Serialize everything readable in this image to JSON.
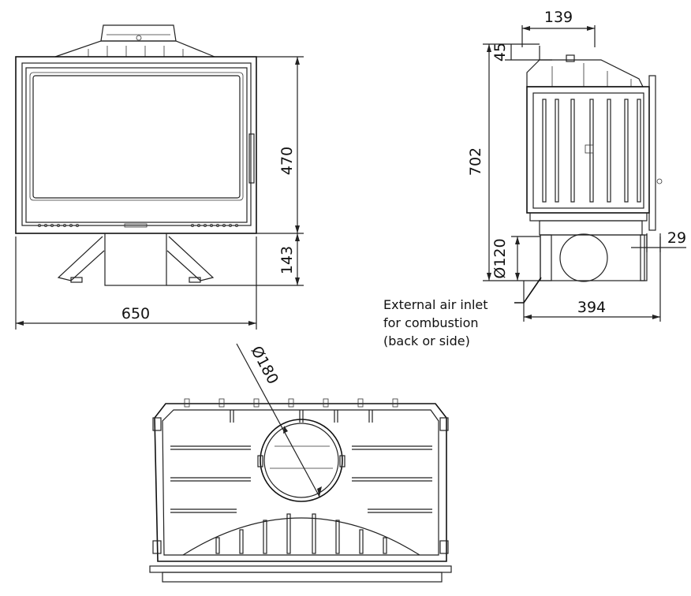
{
  "front_view": {
    "width_dim": "650",
    "door_height_dim": "470",
    "stand_height_dim": "143"
  },
  "side_view": {
    "top_depth_dim": "139",
    "top_offset_dim": "45",
    "total_height_dim": "702",
    "inlet_diameter_dim": "Ø120",
    "depth_dim": "394",
    "side_offset_dim": "29",
    "air_inlet_note": [
      "External air inlet",
      "for combustion",
      "(back or side)"
    ]
  },
  "top_view": {
    "flue_diameter_dim": "Ø180"
  },
  "colors": {
    "line": "#222222",
    "background": "#ffffff"
  }
}
